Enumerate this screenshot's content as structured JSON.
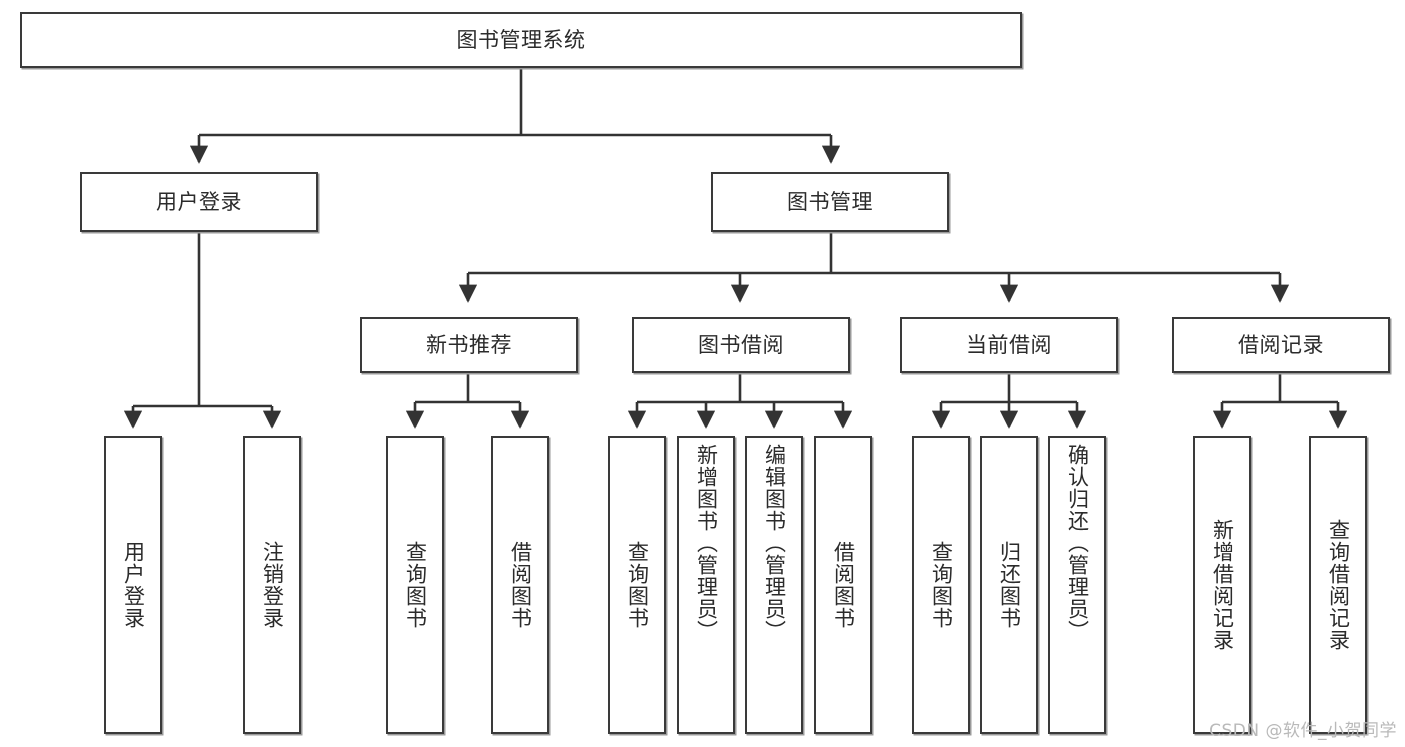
{
  "diagram": {
    "type": "tree-hierarchy-chart",
    "title": "图书管理系统",
    "watermark": "CSDN @软件_小贺同学",
    "colors": {
      "node_border": "#3a3a3a",
      "node_fill": "#ffffff",
      "edge": "#333333",
      "text": "#2b2b2b",
      "watermark": "#b9b9b9"
    },
    "levels": [
      {
        "level": 0,
        "nodes": [
          {
            "id": "root",
            "label": "图书管理系统",
            "orientation": "horizontal"
          }
        ]
      },
      {
        "level": 1,
        "nodes": [
          {
            "id": "login",
            "label": "用户登录",
            "orientation": "horizontal",
            "parent": "root"
          },
          {
            "id": "bookmgmt",
            "label": "图书管理",
            "orientation": "horizontal",
            "parent": "root"
          }
        ]
      },
      {
        "level": 2,
        "nodes": [
          {
            "id": "newbook",
            "label": "新书推荐",
            "orientation": "horizontal",
            "parent": "bookmgmt"
          },
          {
            "id": "borrow",
            "label": "图书借阅",
            "orientation": "horizontal",
            "parent": "bookmgmt"
          },
          {
            "id": "current",
            "label": "当前借阅",
            "orientation": "horizontal",
            "parent": "bookmgmt"
          },
          {
            "id": "records",
            "label": "借阅记录",
            "orientation": "horizontal",
            "parent": "bookmgmt"
          }
        ]
      },
      {
        "level": 3,
        "nodes": [
          {
            "id": "leaf1",
            "label": "用户登录",
            "orientation": "vertical",
            "parent": "login"
          },
          {
            "id": "leaf2",
            "label": "注销登录",
            "orientation": "vertical",
            "parent": "login"
          },
          {
            "id": "leaf3",
            "label": "查询图书",
            "orientation": "vertical",
            "parent": "newbook"
          },
          {
            "id": "leaf4",
            "label": "借阅图书",
            "orientation": "vertical",
            "parent": "newbook"
          },
          {
            "id": "leaf5",
            "label": "查询图书",
            "orientation": "vertical",
            "parent": "borrow"
          },
          {
            "id": "leaf6",
            "label": "新增图书（管理员）",
            "orientation": "vertical",
            "parent": "borrow"
          },
          {
            "id": "leaf7",
            "label": "编辑图书（管理员）",
            "orientation": "vertical",
            "parent": "borrow"
          },
          {
            "id": "leaf8",
            "label": "借阅图书",
            "orientation": "vertical",
            "parent": "borrow"
          },
          {
            "id": "leaf9",
            "label": "查询图书",
            "orientation": "vertical",
            "parent": "current"
          },
          {
            "id": "leaf10",
            "label": "归还图书",
            "orientation": "vertical",
            "parent": "current"
          },
          {
            "id": "leaf11",
            "label": "确认归还（管理员）",
            "orientation": "vertical",
            "parent": "current"
          },
          {
            "id": "leaf12",
            "label": "新增借阅记录",
            "orientation": "vertical",
            "parent": "records"
          },
          {
            "id": "leaf13",
            "label": "查询借阅记录",
            "orientation": "vertical",
            "parent": "records"
          }
        ]
      }
    ]
  }
}
